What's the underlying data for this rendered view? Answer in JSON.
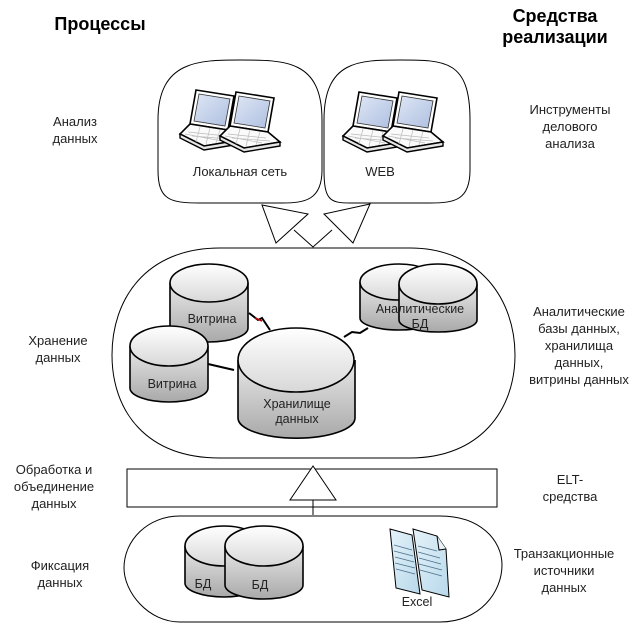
{
  "headers": {
    "left": "Процессы",
    "right_line1": "Средства",
    "right_line2": "реализации"
  },
  "levels": [
    {
      "process": [
        "Анализ",
        "данных"
      ],
      "tools": [
        "Инструменты",
        "делового",
        "анализа"
      ]
    },
    {
      "process": [
        "Хранение",
        "данных"
      ],
      "tools": [
        "Аналитические",
        "базы данных,",
        "хранилища",
        "данных,",
        "витрины данных"
      ]
    },
    {
      "process": [
        "Обработка и",
        "объединение",
        "данных"
      ],
      "tools": [
        "ELT-",
        "средства"
      ]
    },
    {
      "process": [
        "Фиксация",
        "данных"
      ],
      "tools": [
        "Транзакционные",
        "источники",
        "данных"
      ]
    }
  ],
  "analysis_groups": {
    "local": "Локальная сеть",
    "web": "WEB"
  },
  "storage": {
    "mart1": "Витрина",
    "mart2": "Витрина",
    "warehouse_line1": "Хранилище",
    "warehouse_line2": "данных",
    "analytic_db_line1": "Аналитические",
    "analytic_db_line2": "БД"
  },
  "sources": {
    "db1": "БД",
    "db2": "БД",
    "excel": "Excel"
  },
  "colors": {
    "stroke": "#000000",
    "cylinder_light": "#f4f4f4",
    "cylinder_dark": "#b8b8b8",
    "doc_fill": "#cfe6f2",
    "screen": "#c9d6ee",
    "connector_accent": "#c00000"
  }
}
